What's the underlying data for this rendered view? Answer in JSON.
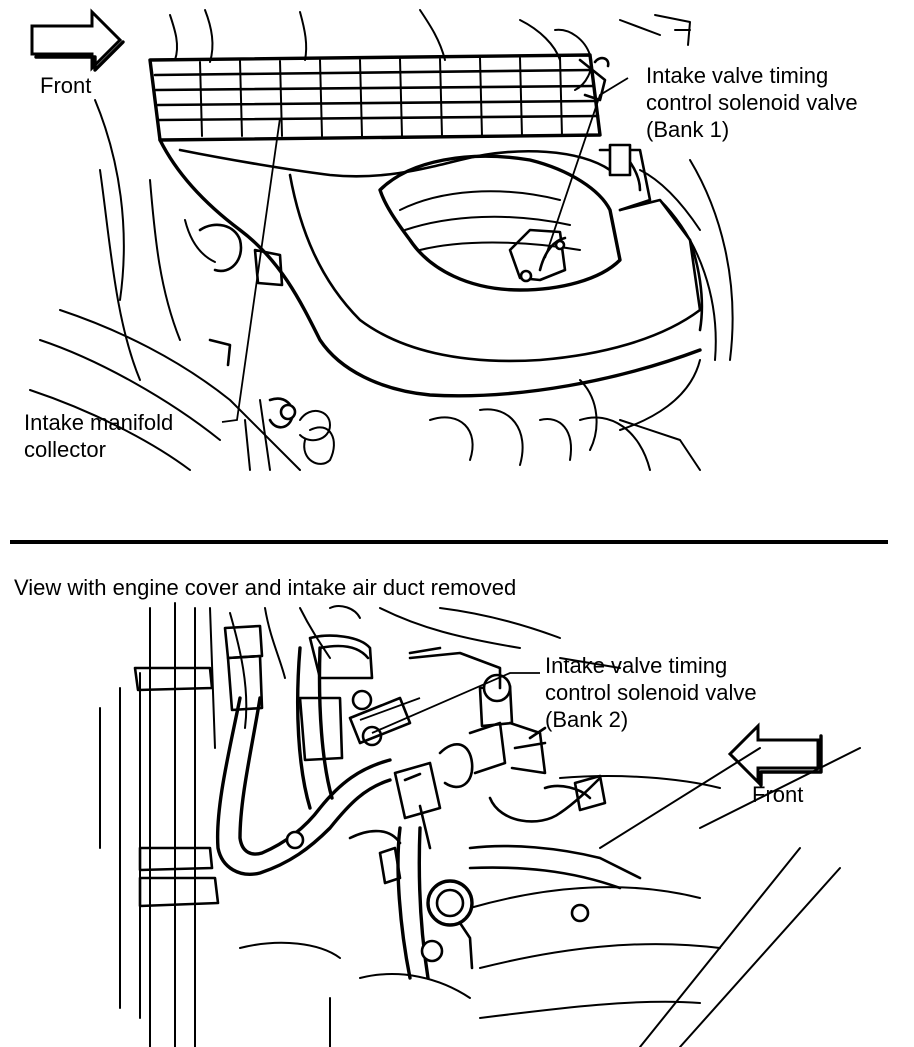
{
  "top": {
    "front_label": "Front",
    "callout_solenoid_line1": "Intake valve timing",
    "callout_solenoid_line2": "control solenoid valve",
    "callout_solenoid_line3": "(Bank 1)",
    "callout_manifold_line1": "Intake manifold",
    "callout_manifold_line2": "collector"
  },
  "bottom": {
    "view_caption": "View with engine cover and intake air duct removed",
    "callout_solenoid_line1": "Intake valve timing",
    "callout_solenoid_line2": "control solenoid valve",
    "callout_solenoid_line3": "(Bank 2)",
    "front_label": "Front"
  },
  "icons": {
    "top_arrow": "arrow-right-icon",
    "bottom_arrow": "arrow-left-icon"
  }
}
